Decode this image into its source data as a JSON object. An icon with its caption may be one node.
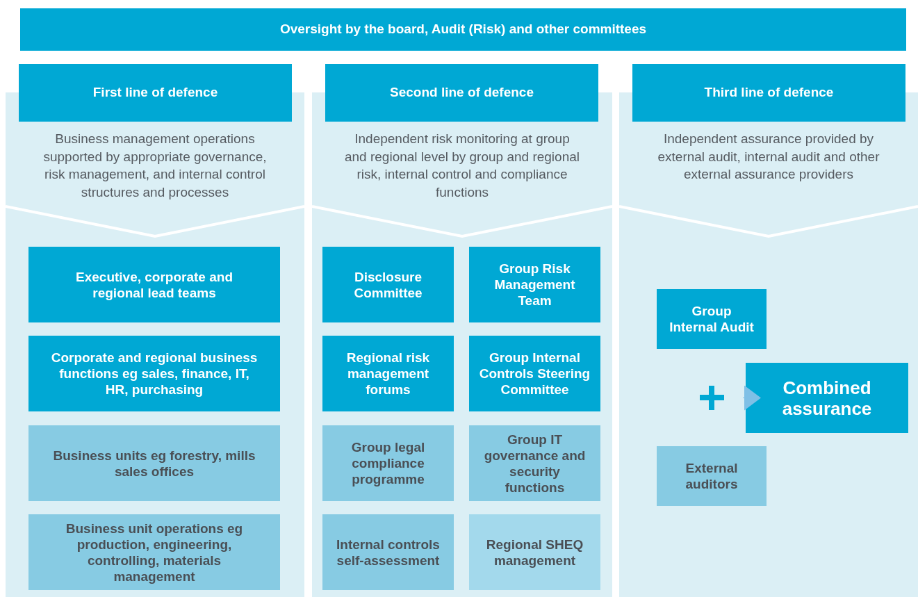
{
  "diagram": {
    "nodes": [
      {
        "text": [
          "Oversight by the board, Audit (Risk) and other committees"
        ]
      },
      {
        "text": [
          "First line of defence",
          "Business management operations supported by appropriate governance, risk management, and internal control structures and processes"
        ]
      },
      {
        "text": [
          "Executive, corporate and regional lead teams"
        ],
        "in": 1
      },
      {
        "text": [
          "Corporate and regional business functions eg sales, finance, IT, HR, purchasing"
        ],
        "in": 1
      },
      {
        "text": [
          "Business units eg forestry, mills sales offices"
        ],
        "in": 1
      },
      {
        "text": [
          "Business unit operations eg production, engineering, controlling, materials management"
        ],
        "in": 1
      },
      {
        "text": [
          "Second line of defence",
          "Independent risk monitoring at group and regional level by group and regional risk, internal control and compliance functions"
        ]
      },
      {
        "text": [
          "Disclosure Committee"
        ],
        "in": 6
      },
      {
        "text": [
          "Group Risk Management Team"
        ],
        "in": 6
      },
      {
        "text": [
          "Regional risk management forums"
        ],
        "in": 6
      },
      {
        "text": [
          "Group Internal Controls Steering Committee"
        ],
        "in": 6
      },
      {
        "text": [
          "Group legal compliance programme"
        ],
        "in": 6
      },
      {
        "text": [
          "Group IT governance and security functions"
        ],
        "in": 6
      },
      {
        "text": [
          "Internal controls self-assessment"
        ],
        "in": 6
      },
      {
        "text": [
          "Regional SHEQ management"
        ],
        "in": 6
      },
      {
        "text": [
          "Third line of defence",
          "Independent assurance provided by external audit, internal audit and other external assurance providers"
        ]
      },
      {
        "text": [
          "Group Internal Audit"
        ],
        "in": 15
      },
      {
        "text": [
          "Combined assurance"
        ],
        "in": 15
      },
      {
        "text": [
          "External auditors"
        ],
        "in": 15
      }
    ],
    "edges": [
      {
        "from": null,
        "to": 17,
        "arrow": "to"
      }
    ]
  }
}
